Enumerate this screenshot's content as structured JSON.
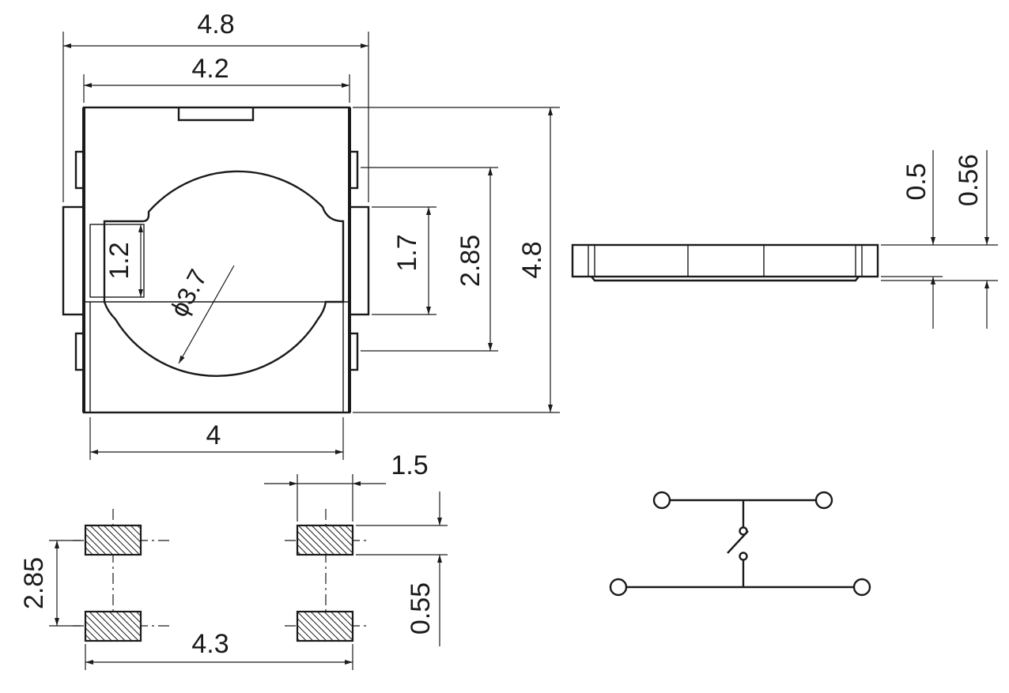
{
  "colors": {
    "line": "#1a1a1a",
    "background": "#ffffff"
  },
  "top_view": {
    "overall_width": "4.8",
    "body_width": "4.2",
    "base_width": "4",
    "overall_height": "4.8",
    "terminal_span": "2.85",
    "terminal_width": "1.7",
    "tab_height": "1.2",
    "actuator_diameter": "ϕ3.7"
  },
  "side_view": {
    "body_thickness": "0.5",
    "overall_thickness": "0.56"
  },
  "footprint": {
    "pad_width": "1.5",
    "pad_height": "0.55",
    "row_pitch": "2.85",
    "column_pitch": "4.3"
  },
  "schematic": {
    "symbol": "tactile-switch-schematic"
  }
}
